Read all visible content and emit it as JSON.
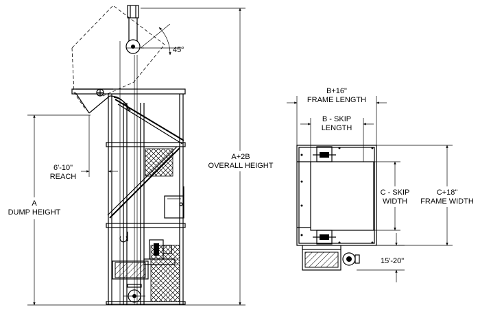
{
  "side_view": {
    "angle_label": "45°",
    "reach_label": "6'-10\"",
    "reach_caption": "REACH",
    "dump_height_label": "A",
    "dump_height_caption": "DUMP HEIGHT",
    "overall_height_label": "A+2B",
    "overall_height_caption": "OVERALL HEIGHT"
  },
  "plan_view": {
    "frame_length_label": "B+16\"",
    "frame_length_caption": "FRAME LENGTH",
    "skip_length_label": "B - SKIP",
    "skip_length_caption": "LENGTH",
    "skip_width_label": "C - SKIP",
    "skip_width_caption": "WIDTH",
    "frame_width_label": "C+18\"",
    "frame_width_caption": "FRAME WIDTH",
    "offset_label": "15'-20\""
  }
}
